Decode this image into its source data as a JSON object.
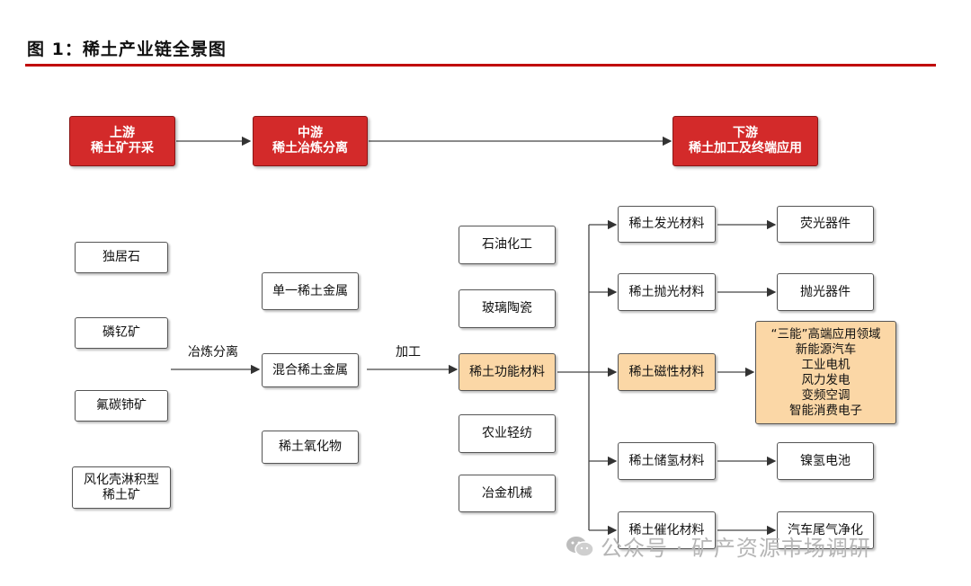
{
  "title": "图 1：稀土产业链全景图",
  "stages": {
    "upstream": [
      "上游",
      "稀土矿开采"
    ],
    "midstream": [
      "中游",
      "稀土冶炼分离"
    ],
    "downstream": [
      "下游",
      "稀土加工及终端应用"
    ]
  },
  "ores": [
    "独居石",
    "磷钇矿",
    "氟碳铈矿",
    "风化壳淋积型",
    "稀土矿"
  ],
  "labels": {
    "smelt": "冶炼分离",
    "process": "加工"
  },
  "products": [
    "单一稀土金属",
    "混合稀土金属",
    "稀土氧化物"
  ],
  "applications": [
    "石油化工",
    "玻璃陶瓷",
    "稀土功能材料",
    "农业轻纺",
    "冶金机械"
  ],
  "materials": [
    "稀土发光材料",
    "稀土抛光材料",
    "稀土磁性材料",
    "稀土储氢材料",
    "稀土催化材料"
  ],
  "devices": [
    "荧光器件",
    "抛光器件",
    "镍氢电池",
    "汽车尾气净化"
  ],
  "magnet_uses": [
    "“三能”高端应用领域",
    "新能源汽车",
    "工业电机",
    "风力发电",
    "变频空调",
    "智能消费电子"
  ],
  "watermark": "公众号 · 矿产资源市场调研"
}
